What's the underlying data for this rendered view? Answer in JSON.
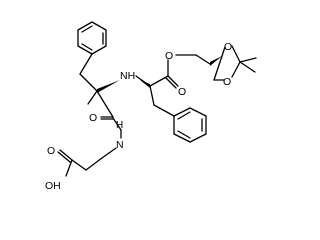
{
  "structure": {
    "atoms": {
      "nh": "NH",
      "n": "N",
      "h_amide": "H",
      "o_amide": "O",
      "o_ester_carbonyl": "O",
      "o_ester_link": "O",
      "o_ring_top": "O",
      "o_ring_bottom": "O",
      "acid_oh": "OH",
      "acid_o": "O"
    }
  }
}
